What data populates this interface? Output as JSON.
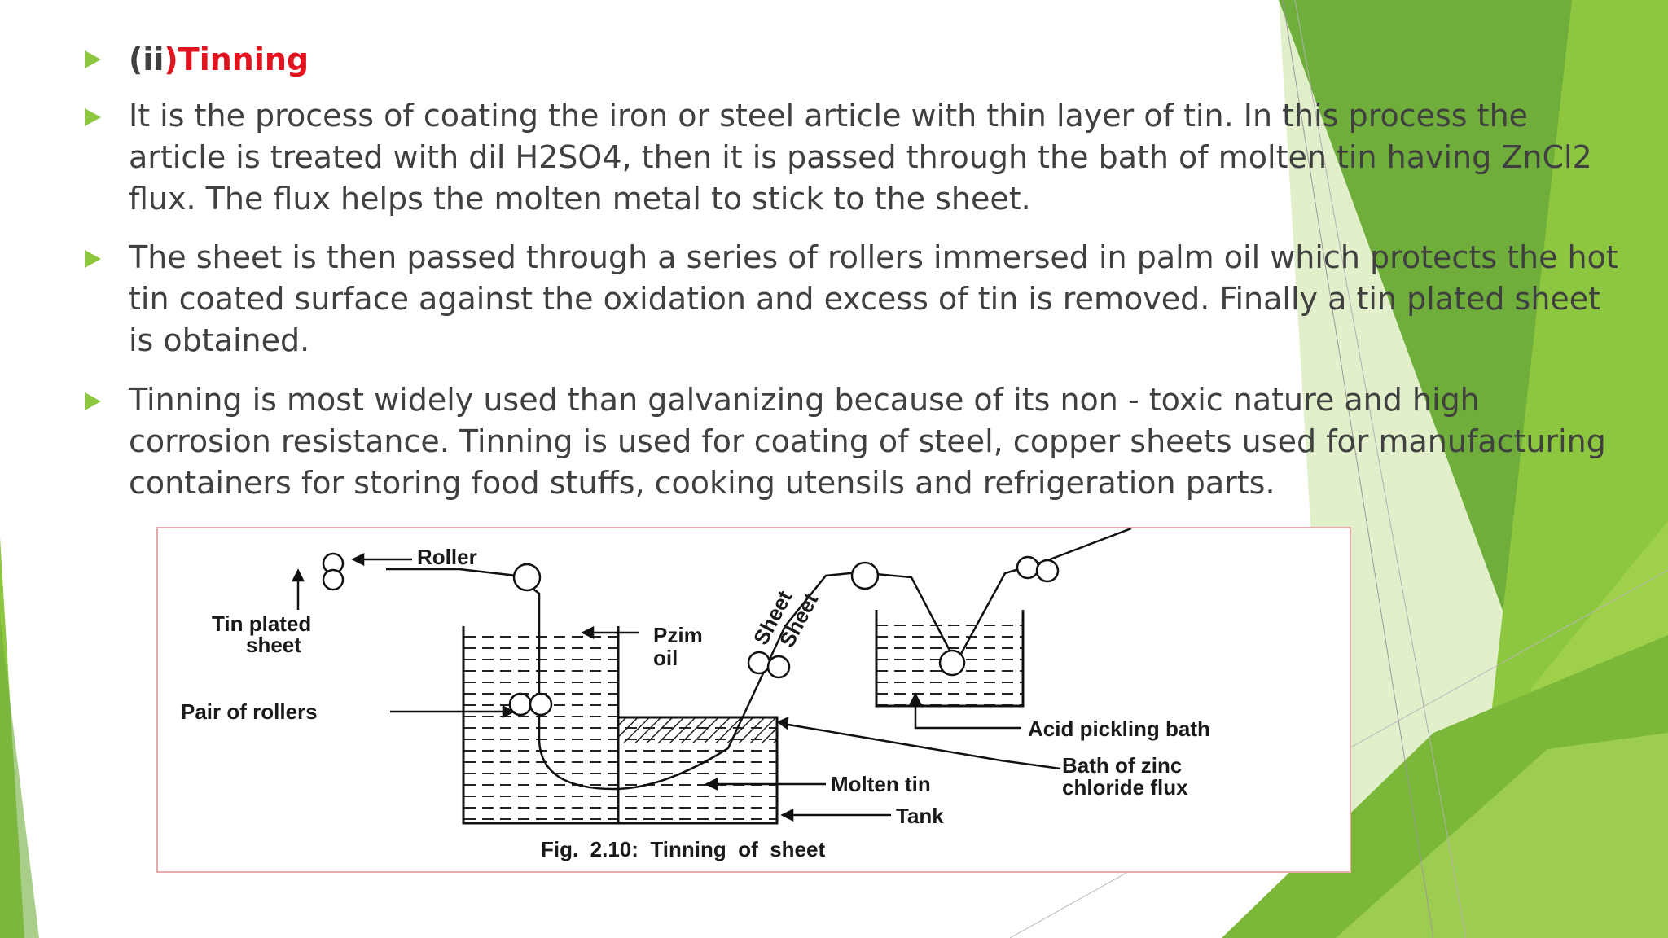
{
  "slide": {
    "heading": {
      "number": "(ii",
      "paren_close": ")",
      "title": "Tinning"
    },
    "paragraphs": [
      "It is the process of coating the iron or steel article with thin layer of tin. In this process the article is treated with dil H2SO4, then it is passed through the bath of molten tin having ZnCl2 flux. The flux helps the molten metal to stick to the sheet.",
      " The sheet is then passed through a series of rollers immersed in palm oil which protects the hot tin coated surface against the oxidation and excess of tin is removed. Finally a tin plated sheet is obtained.",
      " Tinning is most widely used than galvanizing because of its non - toxic nature and high corrosion resistance. Tinning is used for coating of steel, copper sheets used for manufacturing containers for storing food stuffs, cooking utensils and refrigeration parts."
    ]
  },
  "figure": {
    "caption": "Fig.  2.10:  Tinning  of  sheet",
    "labels": {
      "roller": "Roller",
      "tin_plated_1": "Tin plated",
      "tin_plated_2": "sheet",
      "pzim": "Pzim",
      "oil": "oil",
      "pair_of_rollers": "Pair of rollers",
      "sheet_1": "Sheet",
      "sheet_2": "Sheet",
      "acid_pickling_bath": "Acid pickling bath",
      "bath_zinc_1": "Bath of zinc",
      "bath_zinc_2": "chloride flux",
      "molten_tin": "Molten tin",
      "tank": "Tank"
    }
  },
  "theme": {
    "accent_green": "#8dc63f",
    "dark_green": "#5a9a2a",
    "heading_red": "#e0141e",
    "text_gray": "#404040"
  }
}
